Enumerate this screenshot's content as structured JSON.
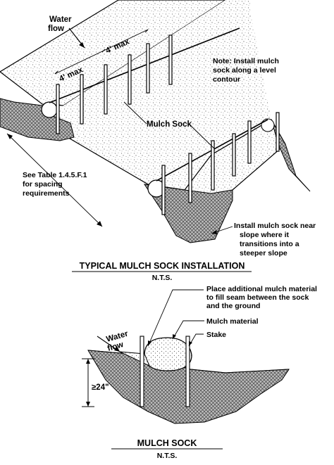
{
  "top_figure": {
    "water_flow": [
      "Water",
      "flow"
    ],
    "spacing_left": "4' max",
    "spacing_right": "4' max",
    "note": [
      "Note: Install mulch",
      "sock along a level",
      "contour"
    ],
    "mulch_sock": "Mulch Sock",
    "table_ref": [
      "See Table 1.4.5.F.1",
      "for spacing",
      "requirements"
    ],
    "slope_note": [
      "Install mulch sock near",
      "slope where it",
      "transitions into a",
      "steeper slope"
    ],
    "title": "TYPICAL MULCH SOCK INSTALLATION",
    "scale": "N.T.S."
  },
  "bottom_figure": {
    "callout_seam": [
      "Place additional mulch material",
      "to fill seam between the sock",
      "and the ground"
    ],
    "callout_material": "Mulch material",
    "callout_stake": "Stake",
    "water_flow": [
      "Water",
      "flow"
    ],
    "depth": "≥24\"",
    "title": "MULCH SOCK",
    "scale": "N.T.S."
  },
  "colors": {
    "ink": "#000000",
    "paper": "#ffffff",
    "gravel": "#8c8c8c",
    "soil_hatch": "#555555"
  }
}
